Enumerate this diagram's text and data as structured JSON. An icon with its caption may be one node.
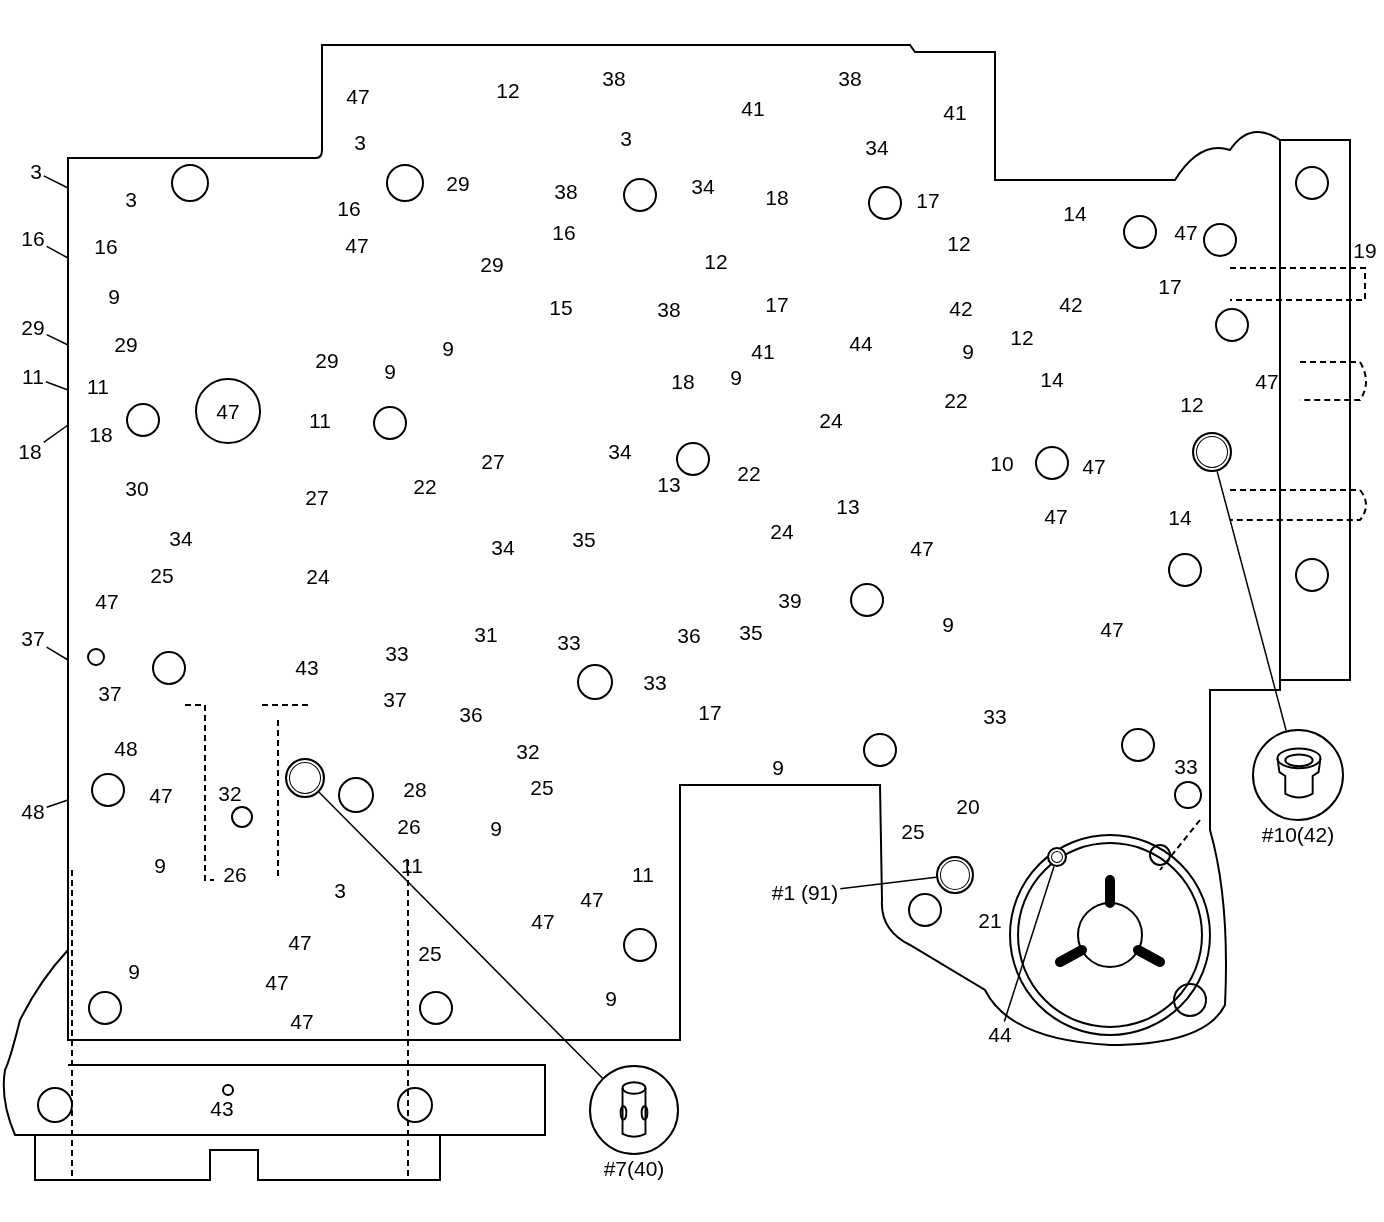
{
  "diagram": {
    "nodes": [
      {
        "text": [
          "3"
        ]
      },
      {
        "text": [
          "16"
        ]
      },
      {
        "text": [
          "29"
        ]
      },
      {
        "text": [
          "11"
        ]
      },
      {
        "text": [
          "18"
        ]
      },
      {
        "text": [
          "37"
        ]
      },
      {
        "text": [
          "48"
        ]
      },
      {
        "text": [],
        "shape": "circle"
      },
      {
        "text": [
          "#1 (91)"
        ]
      },
      {
        "text": [],
        "shape": "circle"
      },
      {
        "text": [
          "44"
        ]
      },
      {
        "text": [],
        "shape": "circle"
      },
      {
        "text": [],
        "shape": "picture",
        "beside": [
          "#10(42)"
        ]
      },
      {
        "text": [],
        "shape": "circle"
      },
      {
        "text": [],
        "shape": "picture",
        "beside": [
          "#7(40)"
        ]
      }
    ],
    "edges": [
      {
        "from": 0,
        "to": null,
        "arrow": "none"
      },
      {
        "from": 1,
        "to": null,
        "arrow": "none"
      },
      {
        "from": 2,
        "to": null,
        "arrow": "none"
      },
      {
        "from": 3,
        "to": null,
        "arrow": "none"
      },
      {
        "from": 4,
        "to": null,
        "arrow": "none"
      },
      {
        "from": 5,
        "to": null,
        "arrow": "none"
      },
      {
        "from": 6,
        "to": null,
        "arrow": "none"
      },
      {
        "from": 8,
        "to": 7,
        "arrow": "none"
      },
      {
        "from": 10,
        "to": 9,
        "arrow": "none"
      },
      {
        "from": 11,
        "to": 12,
        "arrow": "none"
      },
      {
        "from": 13,
        "to": 14,
        "arrow": "none"
      }
    ],
    "labels": [
      "47",
      "12",
      "38",
      "38",
      "41",
      "41",
      "3",
      "3",
      "34",
      "3",
      "16",
      "29",
      "38",
      "34",
      "18",
      "17",
      "14",
      "16",
      "47",
      "16",
      "47",
      "12",
      "19",
      "29",
      "12",
      "17",
      "9",
      "15",
      "38",
      "17",
      "42",
      "42",
      "29",
      "29",
      "9",
      "41",
      "44",
      "9",
      "12",
      "9",
      "9",
      "11",
      "18",
      "14",
      "47",
      "22",
      "12",
      "47",
      "11",
      "24",
      "18",
      "27",
      "34",
      "22",
      "10",
      "47",
      "30",
      "27",
      "22",
      "13",
      "13",
      "47",
      "14",
      "34",
      "34",
      "35",
      "24",
      "47",
      "25",
      "24",
      "47",
      "39",
      "31",
      "33",
      "36",
      "35",
      "9",
      "47",
      "43",
      "33",
      "37",
      "37",
      "33",
      "36",
      "17",
      "33",
      "48",
      "32",
      "9",
      "33",
      "47",
      "32",
      "28",
      "25",
      "20",
      "26",
      "9",
      "25",
      "9",
      "26",
      "11",
      "11",
      "3",
      "47",
      "47",
      "21",
      "47",
      "25",
      "9",
      "47",
      "9",
      "47",
      "43"
    ]
  }
}
